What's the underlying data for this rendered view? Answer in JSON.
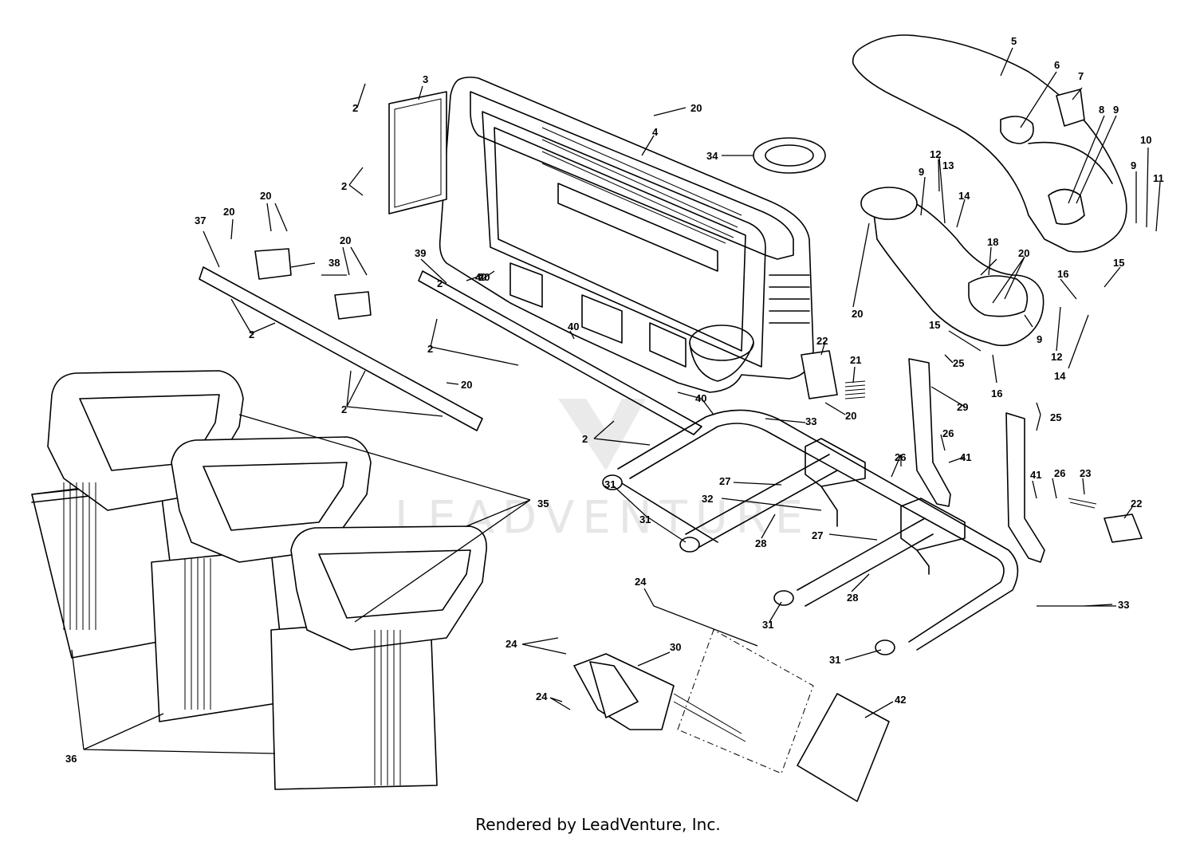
{
  "footer": "Rendered by LeadVenture, Inc.",
  "watermark": "LEADVENTURE",
  "callouts": [
    "2",
    "2",
    "2",
    "2",
    "2",
    "2",
    "2",
    "3",
    "4",
    "5",
    "6",
    "7",
    "8",
    "9",
    "9",
    "9",
    "9",
    "10",
    "11",
    "12",
    "12",
    "13",
    "14",
    "14",
    "15",
    "15",
    "16",
    "16",
    "18",
    "20",
    "20",
    "20",
    "20",
    "20",
    "20",
    "20",
    "20",
    "20",
    "21",
    "22",
    "22",
    "23",
    "24",
    "24",
    "24",
    "25",
    "25",
    "26",
    "26",
    "26",
    "27",
    "27",
    "28",
    "28",
    "29",
    "30",
    "31",
    "31",
    "31",
    "31",
    "32",
    "33",
    "33",
    "34",
    "35",
    "36",
    "37",
    "38",
    "39",
    "40",
    "40",
    "40",
    "41",
    "41",
    "42"
  ]
}
